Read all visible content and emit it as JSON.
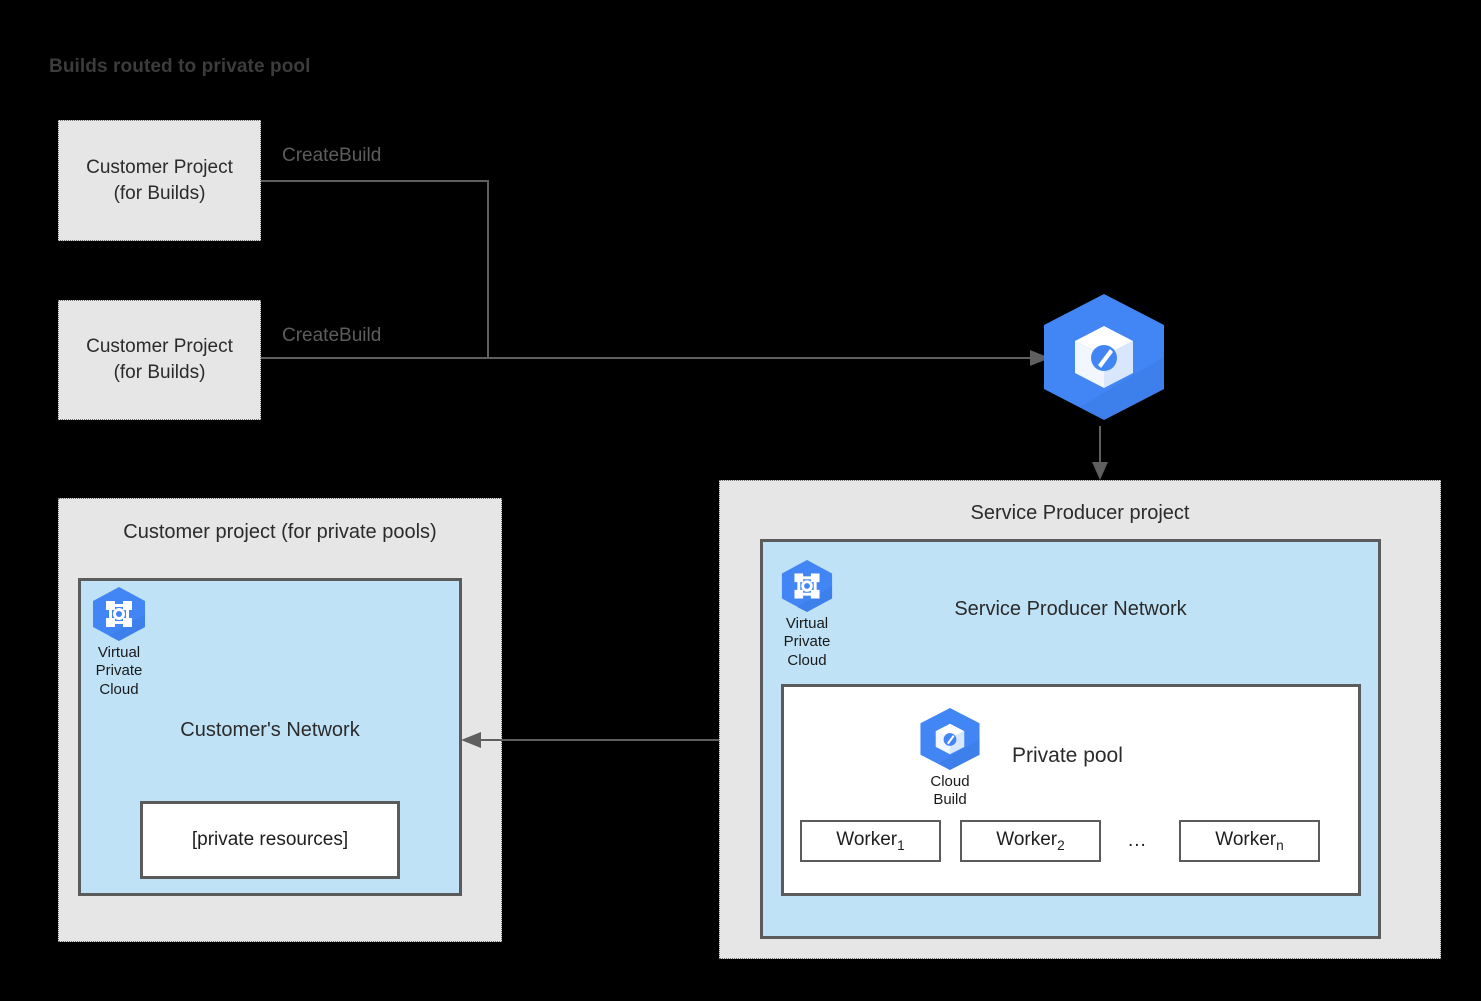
{
  "title": "Builds routed to private pool",
  "colors": {
    "gcp_blue": "#4285f4",
    "gcp_blue_shade": "#3b7ae4",
    "network_fill": "#c0e2f7",
    "project_fill": "#e6e6e6",
    "border_gray": "#5b5b5b",
    "dotted_gray": "#6e6e6e",
    "text_dark": "#2b2b2b",
    "connector_gray": "#5f5f5f",
    "background": "#000000"
  },
  "build_projects": [
    {
      "line1": "Customer Project",
      "line2": "(for Builds)",
      "connector_label": "CreateBuild"
    },
    {
      "line1": "Customer Project",
      "line2": "(for Builds)",
      "connector_label": "CreateBuild"
    }
  ],
  "cloud_build_service": {
    "icon": "cloud-build-icon",
    "inbound_arrow": "createbuild-arrow",
    "outbound_arrow": "route-to-private-pool-arrow"
  },
  "customer_project": {
    "title": "Customer project (for private pools)",
    "vpc": {
      "icon": "virtual-private-cloud-icon",
      "caption_lines": [
        "Virtual",
        "Private",
        "Cloud"
      ]
    },
    "network_title": "Customer's Network",
    "private_resources": "[private resources]"
  },
  "service_producer_project": {
    "title": "Service Producer project",
    "vpc": {
      "icon": "virtual-private-cloud-icon",
      "caption_lines": [
        "Virtual",
        "Private",
        "Cloud"
      ]
    },
    "network_title": "Service Producer Network",
    "private_pool": {
      "label": "Private pool",
      "cloud_build": {
        "icon": "cloud-build-icon",
        "caption_lines": [
          "Cloud",
          "Build"
        ]
      },
      "workers": [
        {
          "name": "Worker",
          "subscript": "1"
        },
        {
          "name": "Worker",
          "subscript": "2"
        },
        {
          "name": "Worker",
          "subscript": "n"
        }
      ],
      "ellipsis": "..."
    }
  },
  "peering_connection": {
    "name": "vpc-peering-arrow",
    "direction": "bidirectional"
  }
}
